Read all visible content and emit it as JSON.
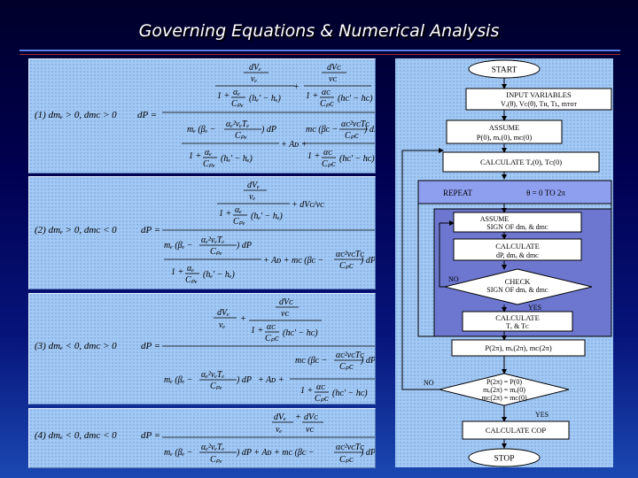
{
  "title": "Governing Equations & Numerical Analysis",
  "equations": {
    "cases": [
      {
        "label": "(1) dmₑ > 0, dmᴄ > 0",
        "dp": "dP ="
      },
      {
        "label": "(2) dmₑ > 0, dmᴄ < 0",
        "dp": "dP ="
      },
      {
        "label": "(3) dmₑ < 0, dmᴄ > 0",
        "dp": "dP ="
      },
      {
        "label": "(4) dmₑ < 0, dmᴄ < 0",
        "dp": "dP ="
      }
    ],
    "terms": {
      "dVE": "dVₑ",
      "vE": "vₑ",
      "dVC": "dVᴄ",
      "vC": "vᴄ",
      "plus": "+",
      "one_plus": "1 +",
      "alphaE": "αₑ",
      "alphaC": "αᴄ",
      "CpE": "Cₚₑ",
      "CpC": "Cₚᴄ",
      "hE": "(hₑ' − hₑ)",
      "hC": "(hᴄ' − hᴄ)",
      "mE_beta": "mₑ (βₑ −",
      "mC_beta": "mᴄ (βᴄ −",
      "aE2vT": "αₑ²vₑTₑ",
      "aC2vT": "αᴄ²vᴄTᴄ",
      "dP_close": ") dP",
      "plus_AD": "+ Aᴅ +",
      "plus_AD_mC": "+ Aᴅ + mᴄ (βᴄ −",
      "plus_dVC": "+ dVᴄ/vᴄ",
      "dP_plus_AD_mC": ") dP + Aᴅ + mᴄ (βᴄ −",
      "mE_beta_plain": "mₑ (βₑ −"
    }
  },
  "flowchart": {
    "start": "START",
    "input_1": "INPUT VARIABLES",
    "input_2": "Vₑ(θ), Vᴄ(θ), Tʜ, Tʟ, mᴛᴏᴛ",
    "assume1_1": "ASSUME",
    "assume1_2": "P(0), mₑ(0), mᴄ(0)",
    "calc_t0": "CALCULATE  Tₑ(0), Tᴄ(0)",
    "repeat": "REPEAT",
    "repeat_range": "θ = 0  TO  2π",
    "assume2_1": "ASSUME",
    "assume2_2": "SIGN OF dmₑ & dmᴄ",
    "calc2_1": "CALCULATE",
    "calc2_2": "dP, dmₑ & dmᴄ",
    "check_1": "CHECK",
    "check_2": "SIGN OF dmₑ & dmᴄ",
    "no_1": "NO",
    "yes_1": "YES",
    "calc3_1": "CALCULATE",
    "calc3_2": "Tₑ & Tᴄ",
    "result": "P(2π), mₑ(2π), mᴄ(2π)",
    "cond_1": "P(2π) = P(0)",
    "cond_2": "mₑ(2π) = mₑ(0)",
    "cond_3": "mᴄ(2π) = mᴄ(0)",
    "no_2": "NO",
    "yes_2": "YES",
    "calc_cop": "CALCULATE COP",
    "stop": "STOP"
  }
}
